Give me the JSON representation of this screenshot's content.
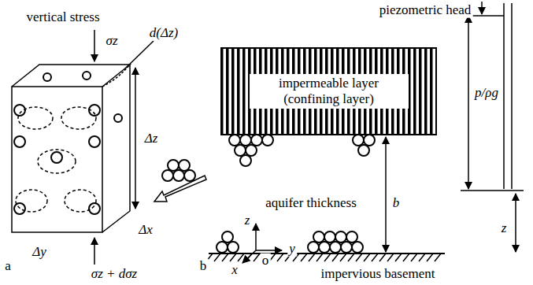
{
  "diagram": {
    "nodes": [
      {
        "text": [
          "impermeable layer (confining layer)"
        ]
      }
    ],
    "labels": [
      "vertical stress",
      "σz",
      "d(Δz)",
      "Δz",
      "Δy",
      "Δx",
      "σz + dσz",
      "a",
      "b",
      "piezometric head",
      "p/ρg",
      "aquifer thickness",
      "b",
      "z",
      "x",
      "o",
      "y",
      "z",
      "impervious basement"
    ]
  }
}
